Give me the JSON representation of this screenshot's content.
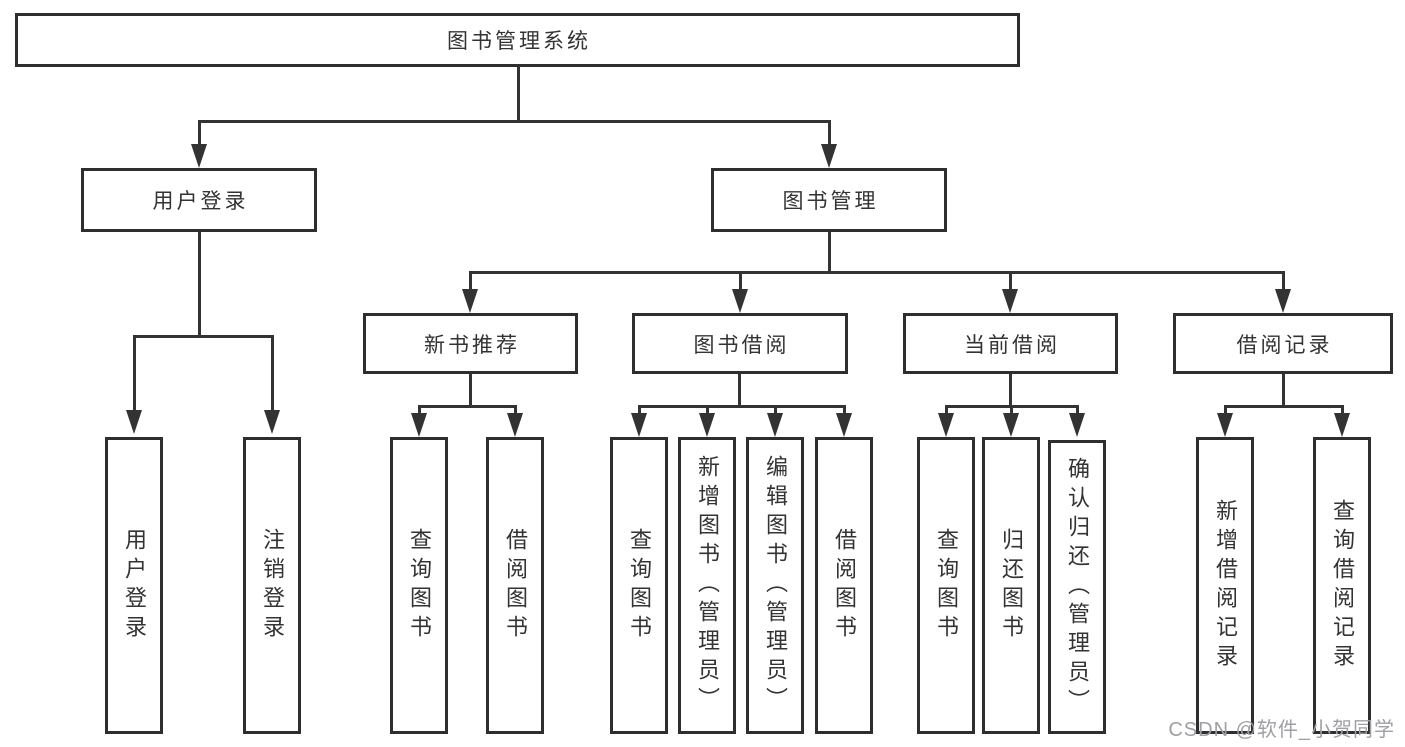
{
  "nodes": {
    "root": "图书管理系统",
    "user_login": "用户登录",
    "book_mgmt": "图书管理",
    "new_book_rec": "新书推荐",
    "book_borrow": "图书借阅",
    "current_borrow": "当前借阅",
    "borrow_records": "借阅记录"
  },
  "leaves": {
    "user_login": "用户登录",
    "logout": "注销登录",
    "rec_query_books": "查询图书",
    "rec_borrow_books": "借阅图书",
    "bb_query_books": "查询图书",
    "bb_add_books": "新增图书（管理员）",
    "bb_edit_books": "编辑图书（管理员）",
    "bb_borrow_books": "借阅图书",
    "cb_query_books": "查询图书",
    "cb_return_books": "归还图书",
    "cb_confirm_return": "确认归还（管理员）",
    "br_add_record": "新增借阅记录",
    "br_query_record": "查询借阅记录"
  },
  "watermark": "CSDN @软件_小贺同学",
  "colors": {
    "line": "#333333",
    "text": "#333333",
    "watermark": "#9f9fa4",
    "background": "#ffffff"
  }
}
